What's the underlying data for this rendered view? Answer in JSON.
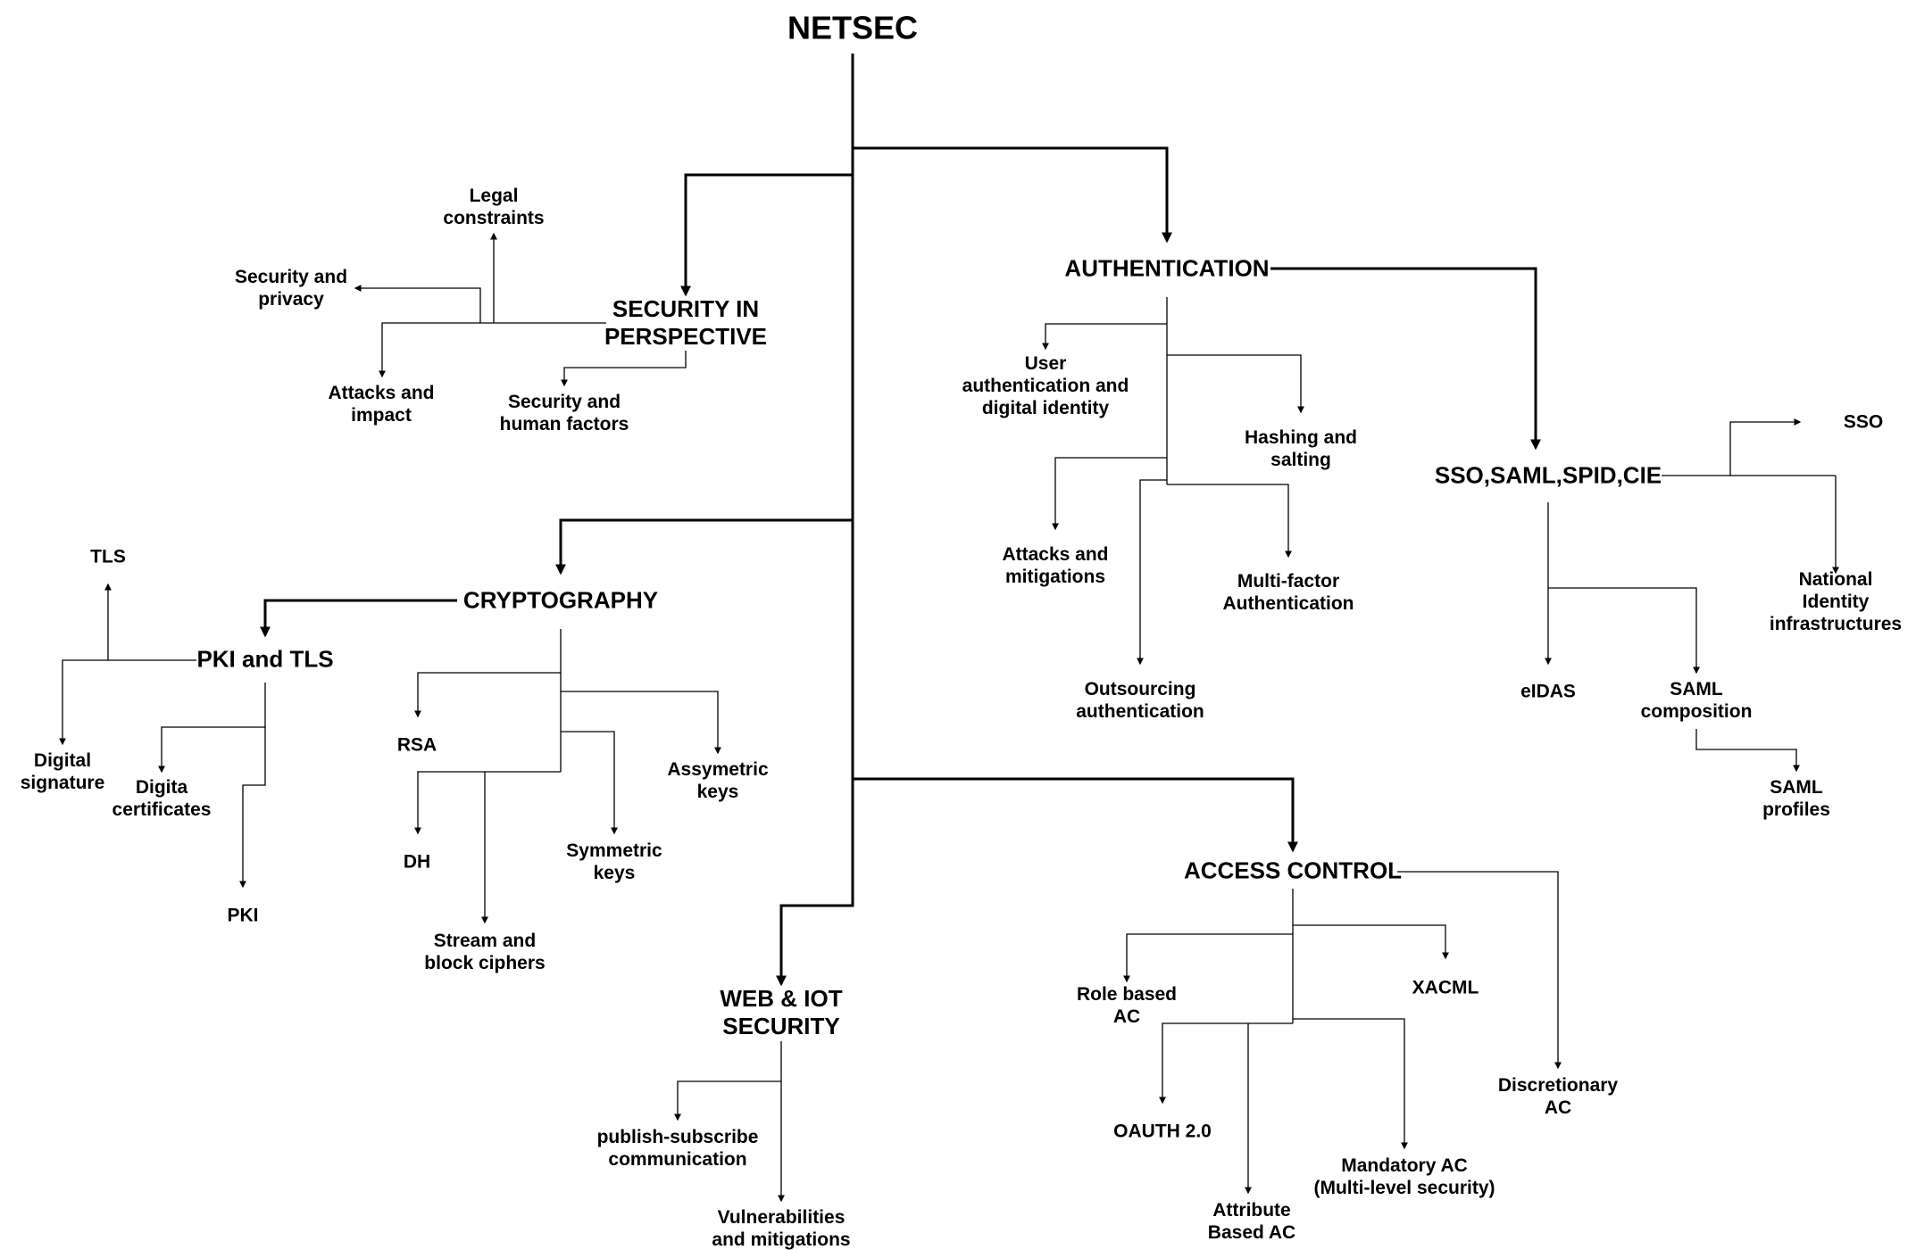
{
  "title": "NETSEC",
  "nodes": {
    "security_in_perspective": "SECURITY IN\nPERSPECTIVE",
    "legal_constraints": "Legal\nconstraints",
    "security_and_privacy": "Security and\nprivacy",
    "attacks_and_impact": "Attacks and\nimpact",
    "security_human_factors": "Security and\nhuman factors",
    "cryptography": "CRYPTOGRAPHY",
    "pki_and_tls": "PKI and TLS",
    "tls": "TLS",
    "digital_signature": "Digital\nsignature",
    "digital_certificates": "Digita\ncertificates",
    "pki": "PKI",
    "rsa": "RSA",
    "dh": "DH",
    "stream_block_ciphers": "Stream and\nblock ciphers",
    "symmetric_keys": "Symmetric\nkeys",
    "asymmetric_keys": "Assymetric\nkeys",
    "web_iot_security": "WEB & IOT\nSECURITY",
    "publish_subscribe": "publish-subscribe\ncommunication",
    "vulnerabilities_mitigations": "Vulnerabilities\nand mitigations",
    "authentication": "AUTHENTICATION",
    "user_auth_identity": "User\nauthentication and\ndigital identity",
    "hashing_salting": "Hashing and\nsalting",
    "attacks_mitigations": "Attacks and\nmitigations",
    "multi_factor": "Multi-factor\nAuthentication",
    "outsourcing_auth": "Outsourcing\nauthentication",
    "sso_saml_spid_cie": "SSO,SAML,SPID,CIE",
    "sso": "SSO",
    "national_identity": "National Identity\ninfrastructures",
    "eidas": "eIDAS",
    "saml_composition": "SAML\ncomposition",
    "saml_profiles": "SAML profiles",
    "access_control": "ACCESS CONTROL",
    "role_based_ac": "Role based\nAC",
    "xacml": "XACML",
    "discretionary_ac": "Discretionary\nAC",
    "oauth": "OAUTH 2.0",
    "attribute_based_ac": "Attribute\nBased AC",
    "mandatory_ac": "Mandatory AC\n(Multi-level security)"
  },
  "colors": {
    "line": "#000000",
    "text": "#000000",
    "background": "#ffffff"
  }
}
